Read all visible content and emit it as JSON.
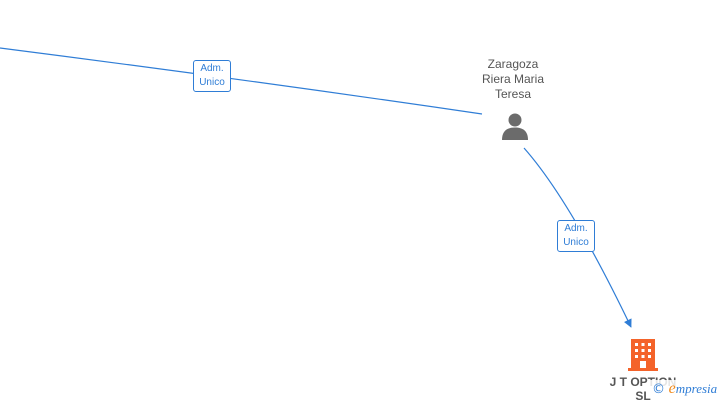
{
  "nodes": {
    "person": {
      "name_lines": [
        "Zaragoza",
        "Riera Maria",
        "Teresa"
      ],
      "icon": "person-icon"
    },
    "company": {
      "name_lines": [
        "J T OPTION",
        "SL"
      ],
      "icon": "building-icon"
    }
  },
  "edges": [
    {
      "label_lines": [
        "Adm.",
        "Unico"
      ]
    },
    {
      "label_lines": [
        "Adm.",
        "Unico"
      ]
    }
  ],
  "watermark": {
    "copyright_symbol": "©",
    "brand_initial": "e",
    "brand_rest": "mpresia"
  },
  "colors": {
    "edge": "#2f7dd6",
    "person_icon": "#6b6b6b",
    "company_icon": "#f4632a",
    "label_text": "#555555"
  }
}
